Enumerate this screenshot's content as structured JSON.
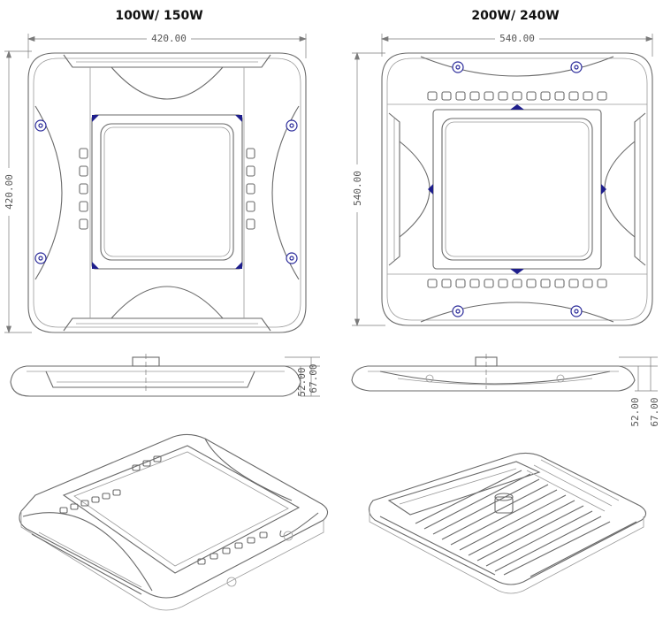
{
  "models": [
    {
      "title": "100W/ 150W",
      "width_dim": "420.00",
      "depth_dim": "420.00",
      "height_dims": [
        "52.00",
        "67.00"
      ]
    },
    {
      "title": "200W/ 240W",
      "width_dim": "540.00",
      "depth_dim": "540.00",
      "height_dims": [
        "52.00",
        "67.00"
      ]
    }
  ],
  "colors": {
    "line": "#6a6a6a",
    "screw": "#2a2a9a",
    "background": "#ffffff"
  }
}
